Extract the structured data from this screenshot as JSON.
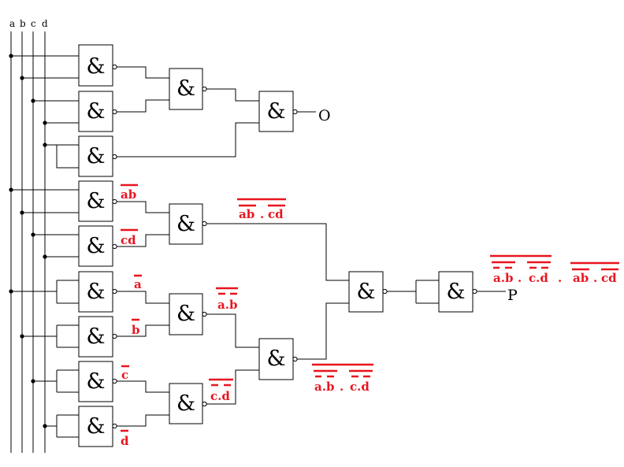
{
  "inputs": [
    "a",
    "b",
    "c",
    "d"
  ],
  "gate_symbol": "&",
  "outputs": {
    "o": "O",
    "p": "P"
  },
  "annotations": {
    "nand_ab": "ab",
    "nand_cd": "cd",
    "not_a": "a",
    "not_b": "b",
    "not_c": "c",
    "not_d": "d",
    "nand_not_ab": "a.b",
    "nand_not_cd": "c.d",
    "top_left": "ab",
    "top_dot": ".",
    "top_right": "cd",
    "bottom_left": "a.b",
    "bottom_dot": ".",
    "bottom_right": "c.d",
    "final_a": "a.b",
    "final_dot1": ".",
    "final_b": "c.d",
    "final_dot2": ".",
    "final_c": "ab",
    "final_dot3": ".",
    "final_d": "cd"
  },
  "colors": {
    "annotation": "#e8141e",
    "line": "#000000"
  }
}
